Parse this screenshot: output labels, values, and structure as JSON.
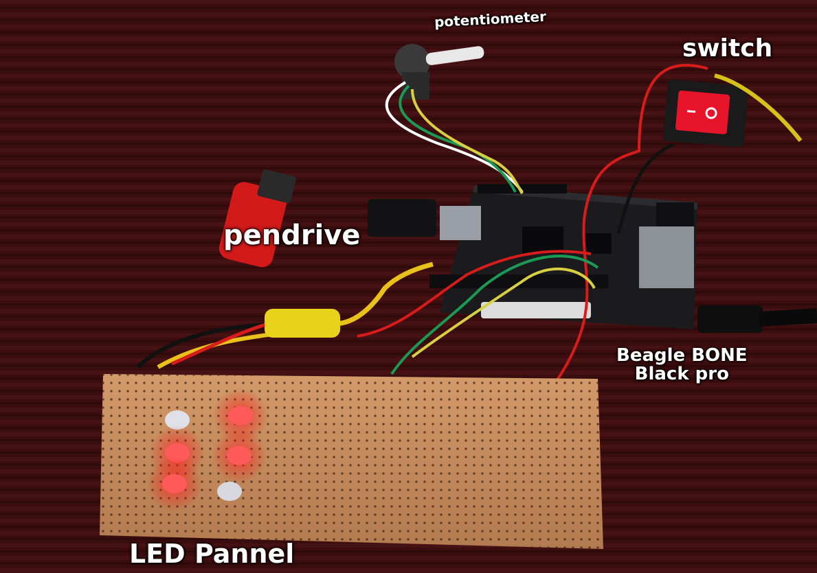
{
  "labels": {
    "potentiometer": "potentiometer",
    "switch": "switch",
    "pendrive": "pendrive",
    "board_line1": "Beagle BONE",
    "board_line2": "Black pro",
    "led_panel": "LED Pannel"
  },
  "colors": {
    "table": "#3a0c0c",
    "perfboard": "#c08a5c",
    "board": "#1a1a1c",
    "led_on": "#ff2b2b",
    "switch_body": "#e8152a",
    "pendrive": "#d21a1a"
  },
  "leds": [
    {
      "state": "off"
    },
    {
      "state": "on"
    },
    {
      "state": "on"
    },
    {
      "state": "on"
    },
    {
      "state": "on"
    },
    {
      "state": "off"
    }
  ]
}
